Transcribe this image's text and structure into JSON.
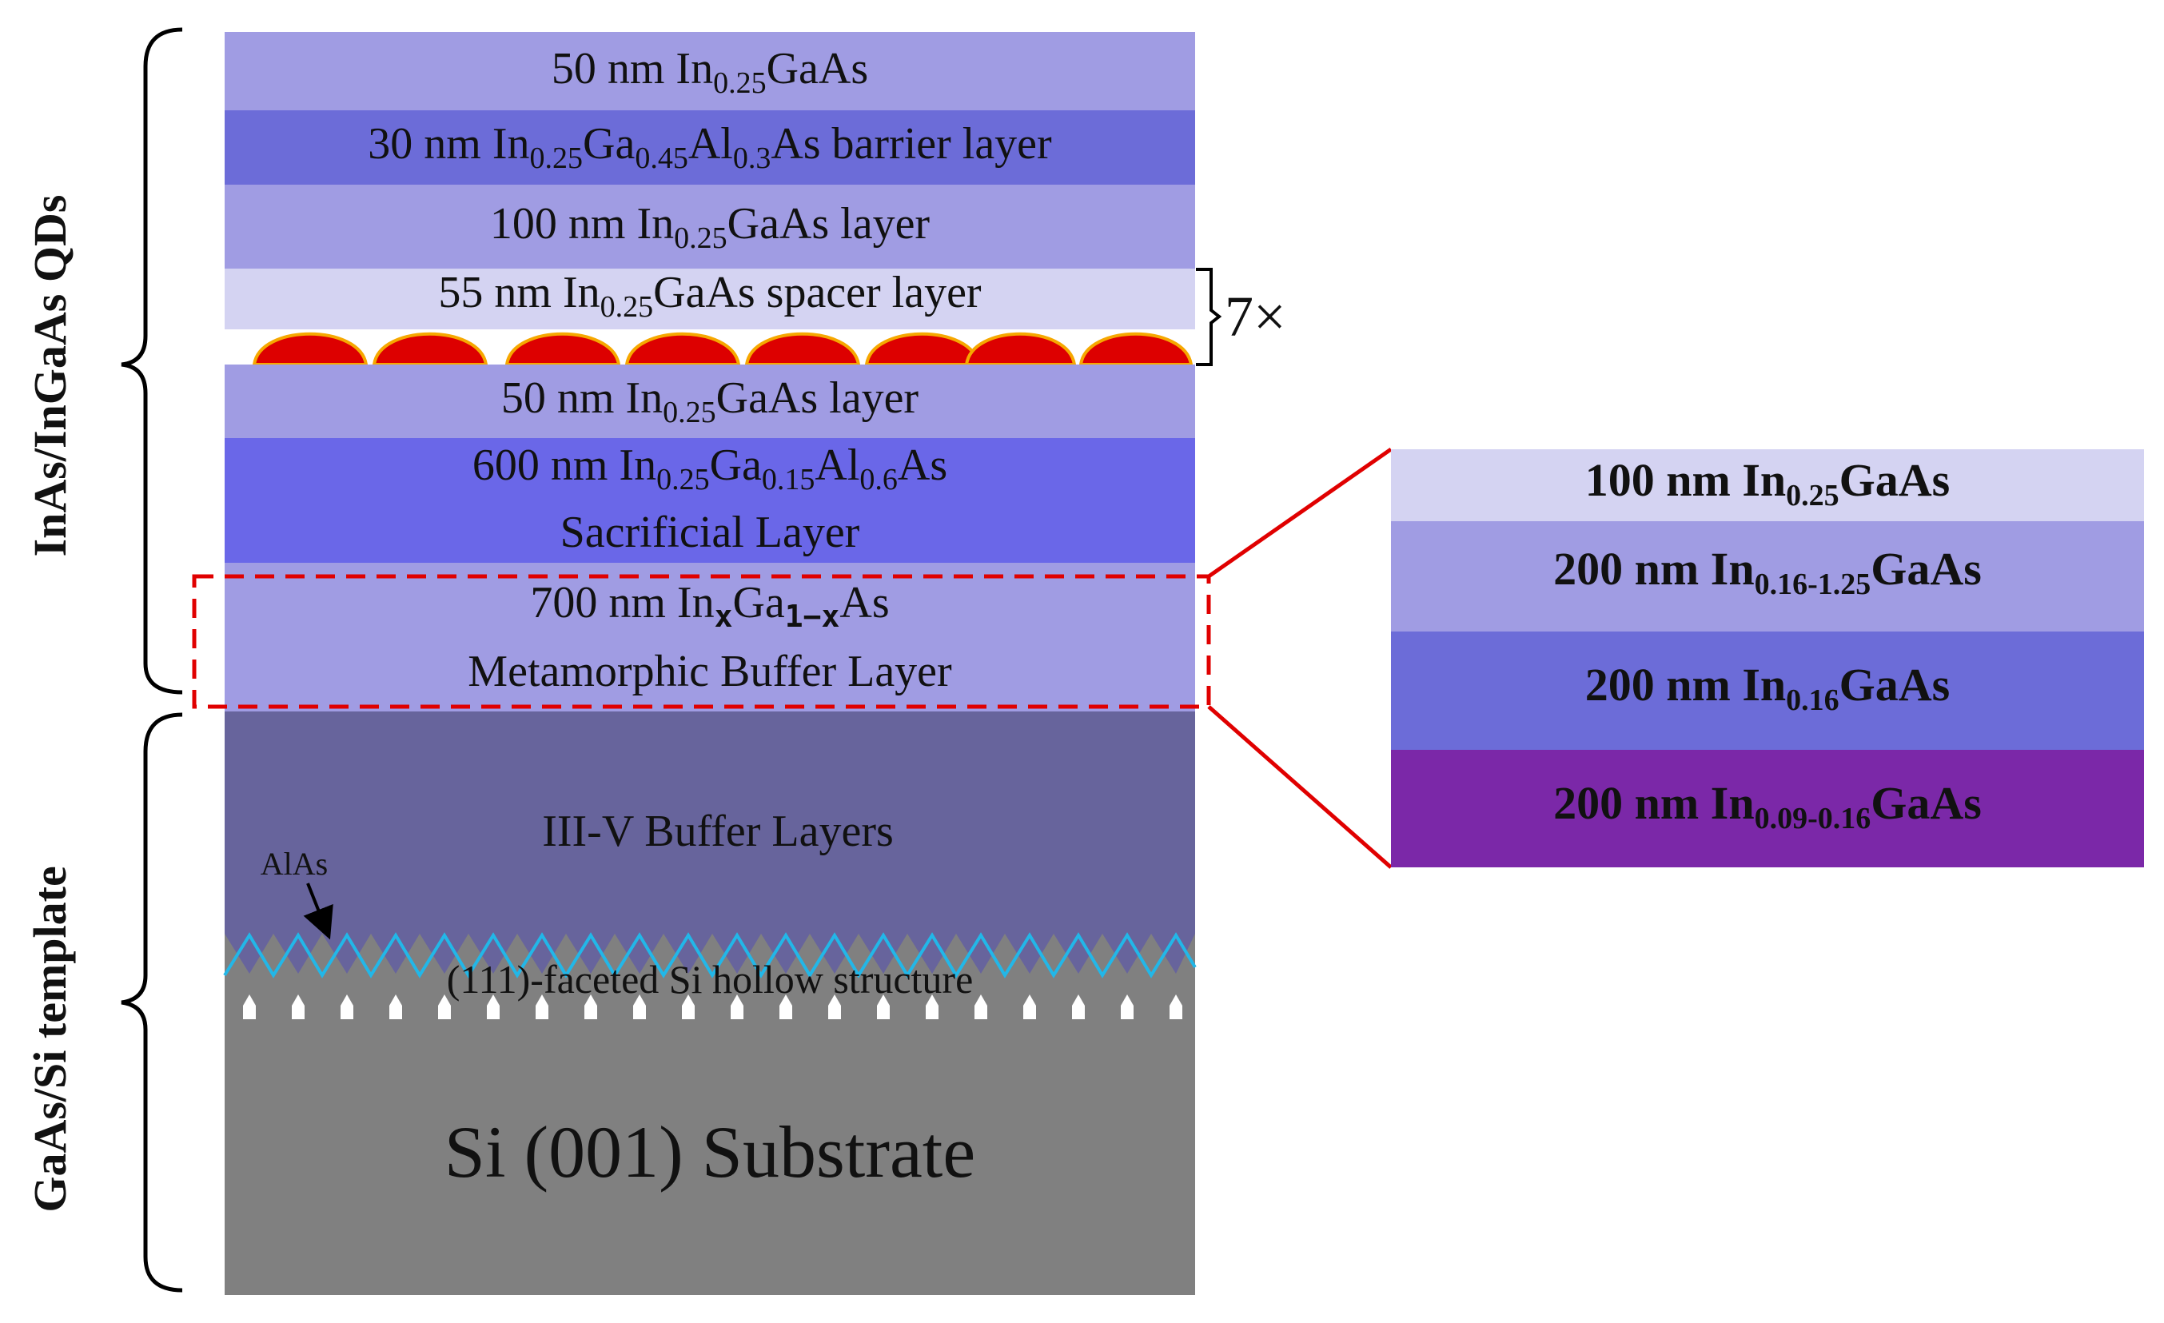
{
  "colors": {
    "lavender": "#a09ce3",
    "medium_purple": "#6c6cd8",
    "pale_lavender": "#d4d3f2",
    "royal_blue": "#6a67e8",
    "buffer_purple": "#67649c",
    "grey": "#808080",
    "purple_bottom": "#7b28a8",
    "red": "#e00000",
    "qd_red": "#dd0000",
    "qd_rim": "#f6a800",
    "alas_blue": "#22b7e8"
  },
  "stack": {
    "layers": [
      {
        "main": "50 nm In",
        "sub": "0.25",
        "tail": "GaAs"
      },
      {
        "parts": [
          [
            "30 nm In",
            ""
          ],
          [
            "0.25",
            "sub"
          ],
          [
            "Ga",
            ""
          ],
          [
            "0.45",
            "sub"
          ],
          [
            "Al",
            ""
          ],
          [
            "0.3",
            "sub"
          ],
          [
            "As barrier layer",
            ""
          ]
        ]
      },
      {
        "main": "100 nm In",
        "sub": "0.25",
        "tail": "GaAs layer"
      },
      {
        "main": "55 nm In",
        "sub": "0.25",
        "tail": "GaAs spacer layer"
      },
      {
        "main": "50 nm In",
        "sub": "0.25",
        "tail": "GaAs  layer"
      },
      {
        "parts": [
          [
            "600 nm In",
            ""
          ],
          [
            "0.25",
            "sub"
          ],
          [
            "Ga",
            ""
          ],
          [
            "0.15",
            "sub"
          ],
          [
            "Al",
            ""
          ],
          [
            "0.6",
            "sub"
          ],
          [
            "As",
            ""
          ]
        ],
        "line2": "Sacrificial Layer"
      },
      {
        "parts": [
          [
            "700 nm In",
            ""
          ],
          [
            "x",
            "sub"
          ],
          [
            "Ga",
            ""
          ],
          [
            "1−x",
            "sub"
          ],
          [
            "As",
            ""
          ]
        ],
        "line2": "Metamorphic  Buffer Layer"
      },
      {
        "line1": "III-V Buffer Layers"
      },
      {
        "line1": "(111)-faceted Si hollow structure"
      },
      {
        "line1": "Si (001) Substrate"
      }
    ],
    "alas_label": "AlAs",
    "repeat_label": "7×"
  },
  "brackets": {
    "top_label": "InAs/InGaAs QDs",
    "bottom_label": "GaAs/Si template"
  },
  "zoom": {
    "layers": [
      {
        "main": "100 nm In",
        "sub": "0.25",
        "tail": "GaAs"
      },
      {
        "main": "200 nm In",
        "sub": "0.16-1.25",
        "tail": "GaAs"
      },
      {
        "main": "200 nm In",
        "sub": "0.16",
        "tail": "GaAs"
      },
      {
        "main": "200 nm In",
        "sub": "0.09-0.16",
        "tail": "GaAs"
      }
    ]
  }
}
